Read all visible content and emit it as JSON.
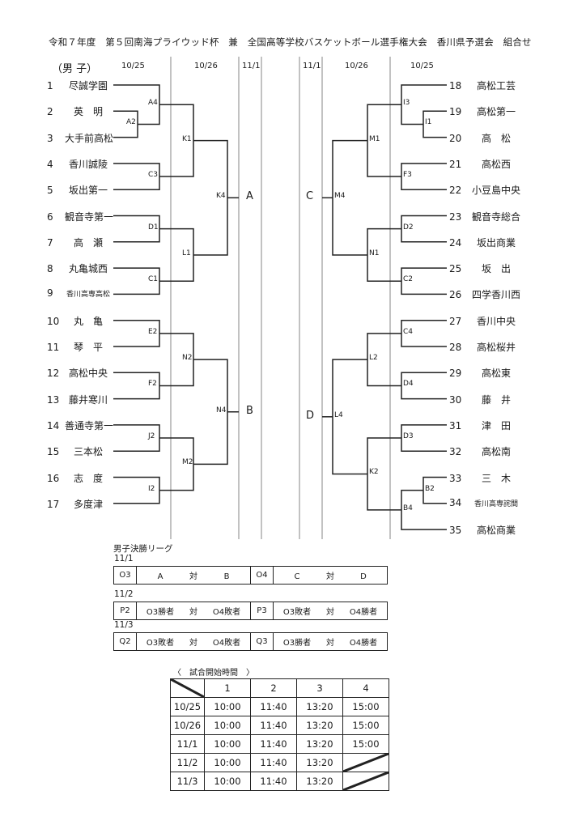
{
  "title": "令和７年度　第５回南海プライウッド杯　兼　全国高等学校バスケットボール選手権大会　香川県予選会　組合せ",
  "division": "（男 子）",
  "date_headers": {
    "left_r1": "10/25",
    "left_r2": "10/26",
    "left_r3": "11/1",
    "right_r3": "11/1",
    "right_r2": "10/26",
    "right_r1": "10/25"
  },
  "left_teams": [
    {
      "num": "1",
      "name": "尽誠学園"
    },
    {
      "num": "2",
      "name": "英　明"
    },
    {
      "num": "3",
      "name": "大手前高松"
    },
    {
      "num": "4",
      "name": "香川誠陵"
    },
    {
      "num": "5",
      "name": "坂出第一"
    },
    {
      "num": "6",
      "name": "観音寺第一"
    },
    {
      "num": "7",
      "name": "高　瀬"
    },
    {
      "num": "8",
      "name": "丸亀城西"
    },
    {
      "num": "9",
      "name": "香川高専高松"
    },
    {
      "num": "10",
      "name": "丸　亀"
    },
    {
      "num": "11",
      "name": "琴　平"
    },
    {
      "num": "12",
      "name": "高松中央"
    },
    {
      "num": "13",
      "name": "藤井寒川"
    },
    {
      "num": "14",
      "name": "善通寺第一"
    },
    {
      "num": "15",
      "name": "三本松"
    },
    {
      "num": "16",
      "name": "志　度"
    },
    {
      "num": "17",
      "name": "多度津"
    }
  ],
  "right_teams": [
    {
      "num": "18",
      "name": "高松工芸"
    },
    {
      "num": "19",
      "name": "高松第一"
    },
    {
      "num": "20",
      "name": "高　松"
    },
    {
      "num": "21",
      "name": "高松西"
    },
    {
      "num": "22",
      "name": "小豆島中央"
    },
    {
      "num": "23",
      "name": "観音寺総合"
    },
    {
      "num": "24",
      "name": "坂出商業"
    },
    {
      "num": "25",
      "name": "坂　出"
    },
    {
      "num": "26",
      "name": "四学香川西"
    },
    {
      "num": "27",
      "name": "香川中央"
    },
    {
      "num": "28",
      "name": "高松桜井"
    },
    {
      "num": "29",
      "name": "高松東"
    },
    {
      "num": "30",
      "name": "藤　井"
    },
    {
      "num": "31",
      "name": "津　田"
    },
    {
      "num": "32",
      "name": "高松南"
    },
    {
      "num": "33",
      "name": "三　木"
    },
    {
      "num": "34",
      "name": "香川高専詫間"
    },
    {
      "num": "35",
      "name": "高松商業"
    }
  ],
  "match_labels": {
    "A4": "A4",
    "A2": "A2",
    "C3": "C3",
    "D1": "D1",
    "C1": "C1",
    "E2": "E2",
    "F2": "F2",
    "J2": "J2",
    "I2": "I2",
    "K1": "K1",
    "L1": "L1",
    "N2": "N2",
    "M2": "M2",
    "K4": "K4",
    "N4": "N4",
    "I3": "I3",
    "I1": "I1",
    "F3": "F3",
    "D2": "D2",
    "C2": "C2",
    "C4": "C4",
    "D4": "D4",
    "D3": "D3",
    "B2": "B2",
    "B4": "B4",
    "M1": "M1",
    "N1": "N1",
    "L2": "L2",
    "K2": "K2",
    "M4": "M4",
    "L4": "L4"
  },
  "groups": {
    "A": "A",
    "B": "B",
    "C": "C",
    "D": "D"
  },
  "finals_league": {
    "title": "男子決勝リーグ",
    "days": [
      {
        "date": "11/1",
        "games": [
          {
            "code": "O3",
            "a": "A",
            "vs": "対",
            "b": "B"
          },
          {
            "code": "O4",
            "a": "C",
            "vs": "対",
            "b": "D"
          }
        ]
      },
      {
        "date": "11/2",
        "games": [
          {
            "code": "P2",
            "a": "O3勝者",
            "vs": "対",
            "b": "O4敗者"
          },
          {
            "code": "P3",
            "a": "O3敗者",
            "vs": "対",
            "b": "O4勝者"
          }
        ]
      },
      {
        "date": "11/3",
        "games": [
          {
            "code": "Q2",
            "a": "O3敗者",
            "vs": "対",
            "b": "O4敗者"
          },
          {
            "code": "Q3",
            "a": "O3勝者",
            "vs": "対",
            "b": "O4勝者"
          }
        ]
      }
    ]
  },
  "schedule": {
    "title": "〈　試合開始時間　〉",
    "columns": [
      "1",
      "2",
      "3",
      "4"
    ],
    "rows": [
      {
        "date": "10/25",
        "times": [
          "10:00",
          "11:40",
          "13:20",
          "15:00"
        ]
      },
      {
        "date": "10/26",
        "times": [
          "10:00",
          "11:40",
          "13:20",
          "15:00"
        ]
      },
      {
        "date": "11/1",
        "times": [
          "10:00",
          "11:40",
          "13:20",
          "15:00"
        ]
      },
      {
        "date": "11/2",
        "times": [
          "10:00",
          "11:40",
          "13:20",
          ""
        ]
      },
      {
        "date": "11/3",
        "times": [
          "10:00",
          "11:40",
          "13:20",
          ""
        ]
      }
    ]
  }
}
